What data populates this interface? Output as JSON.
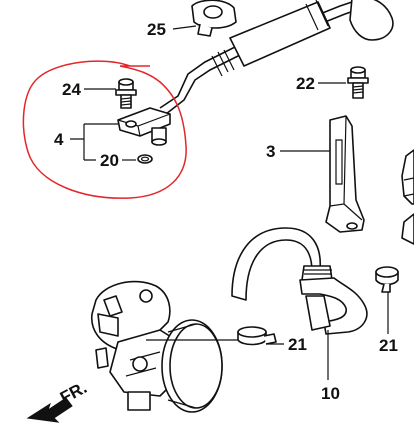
{
  "callouts": {
    "c25": "25",
    "c24": "24",
    "c4": "4",
    "c20": "20",
    "c22": "22",
    "c3": "3",
    "c21a": "21",
    "c21b": "21",
    "c10": "10"
  },
  "direction_label": "FR.",
  "colors": {
    "line": "#111111",
    "highlight": "#e3262a",
    "background": "#ffffff"
  }
}
